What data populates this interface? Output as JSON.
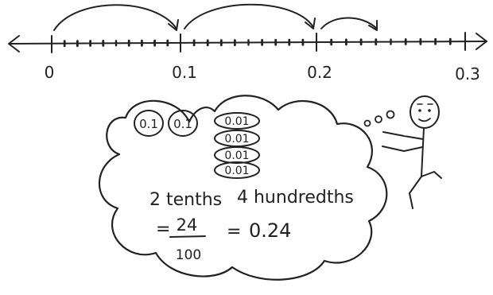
{
  "number_line": {
    "labels": [
      "0",
      "0.1",
      "0.2",
      "0.3"
    ]
  },
  "thought_bubble": {
    "tenth_chips": [
      "0.1",
      "0.1"
    ],
    "hundredth_chips": [
      "0.01",
      "0.01",
      "0.01",
      "0.01"
    ],
    "line_1_tenths": "2 tenths",
    "line_1_hundredths": "4 hundredths",
    "equals_1": "=",
    "fraction_numerator": "24",
    "fraction_denominator": "100",
    "equals_2": "=",
    "decimal_result": "0.24"
  },
  "colors": {
    "ink": "#222222",
    "paper": "#ffffff"
  },
  "icons": {
    "figure": "stick-figure-icon",
    "thought_dots": "thought-dots-icon"
  }
}
